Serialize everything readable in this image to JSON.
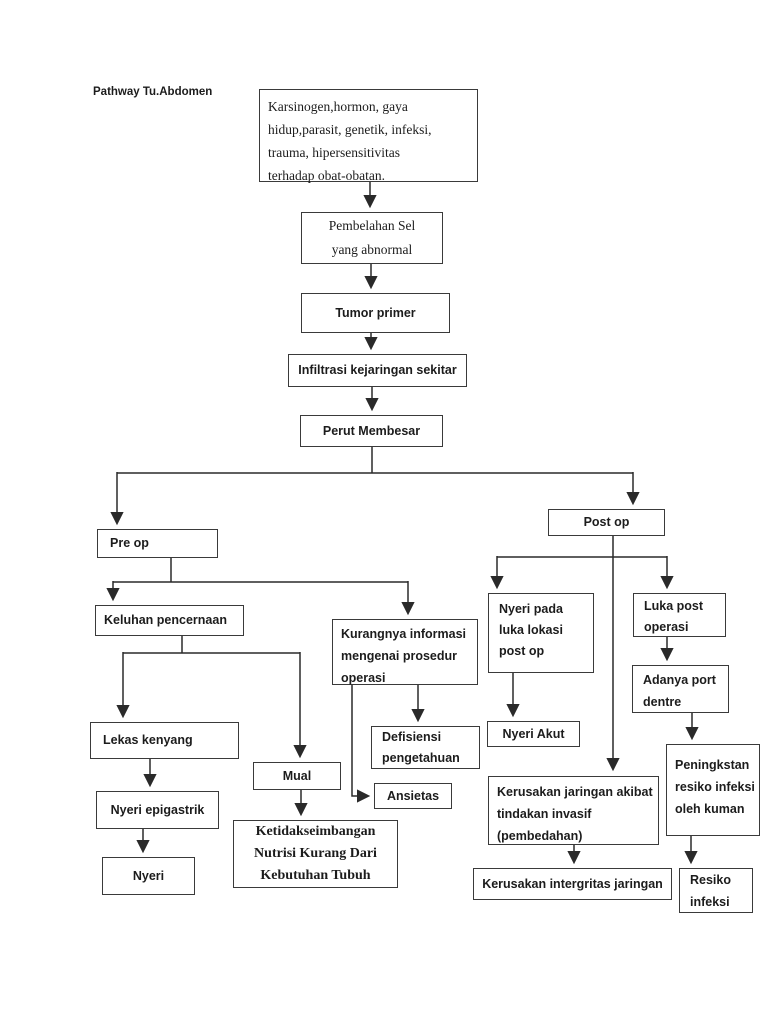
{
  "page_title": "Pathway Tu.Abdomen",
  "ink_color": "#1c1c1c",
  "diagram_type": "flowchart",
  "nodes": {
    "etiologi": {
      "text": "Karsinogen,hormon, gaya\nhidup,parasit, genetik, infeksi,\ntrauma, hipersensitivitas\nterhadap obat-obatan."
    },
    "pembelahan_sel": {
      "text": "Pembelahan Sel\nyang abnormal"
    },
    "tumor_primer": {
      "text": "Tumor primer"
    },
    "infiltrasi": {
      "text": "Infiltrasi kejaringan sekitar"
    },
    "perut_membesar": {
      "text": "Perut Membesar"
    },
    "pre_op": {
      "text": "Pre op"
    },
    "post_op": {
      "text": "Post op"
    },
    "keluhan_pencernaan": {
      "text": "Keluhan pencernaan"
    },
    "kurangnya_informasi": {
      "text": "Kurangnya informasi\nmengenai prosedur\noperasi"
    },
    "lekas_kenyang": {
      "text": "Lekas kenyang"
    },
    "mual": {
      "text": "Mual"
    },
    "nyeri_epigastrik": {
      "text": "Nyeri epigastrik"
    },
    "nyeri": {
      "text": "Nyeri"
    },
    "ketidakseimbangan_nutrisi": {
      "text": "Ketidakseimbangan\nNutrisi Kurang Dari\nKebutuhan Tubuh"
    },
    "defisiensi_pengetahuan": {
      "text": "Defisiensi\npengetahuan"
    },
    "ansietas": {
      "text": "Ansietas"
    },
    "nyeri_pada_luka": {
      "text": "Nyeri pada\nluka lokasi\npost op"
    },
    "nyeri_akut": {
      "text": "Nyeri Akut"
    },
    "luka_post_operasi": {
      "text": "Luka post\noperasi"
    },
    "adanya_port_dentre": {
      "text": "Adanya port\ndentre"
    },
    "peningkstan_resiko_infeksi": {
      "text": "Peningkstan\nresiko infeksi\noleh kuman"
    },
    "kerusakan_jaringan": {
      "text": "Kerusakan jaringan akibat\ntindakan invasif\n(pembedahan)"
    },
    "kerusakan_intergritas": {
      "text": "Kerusakan intergritas jaringan"
    },
    "resiko_infeksi": {
      "text": "Resiko\ninfeksi"
    }
  }
}
